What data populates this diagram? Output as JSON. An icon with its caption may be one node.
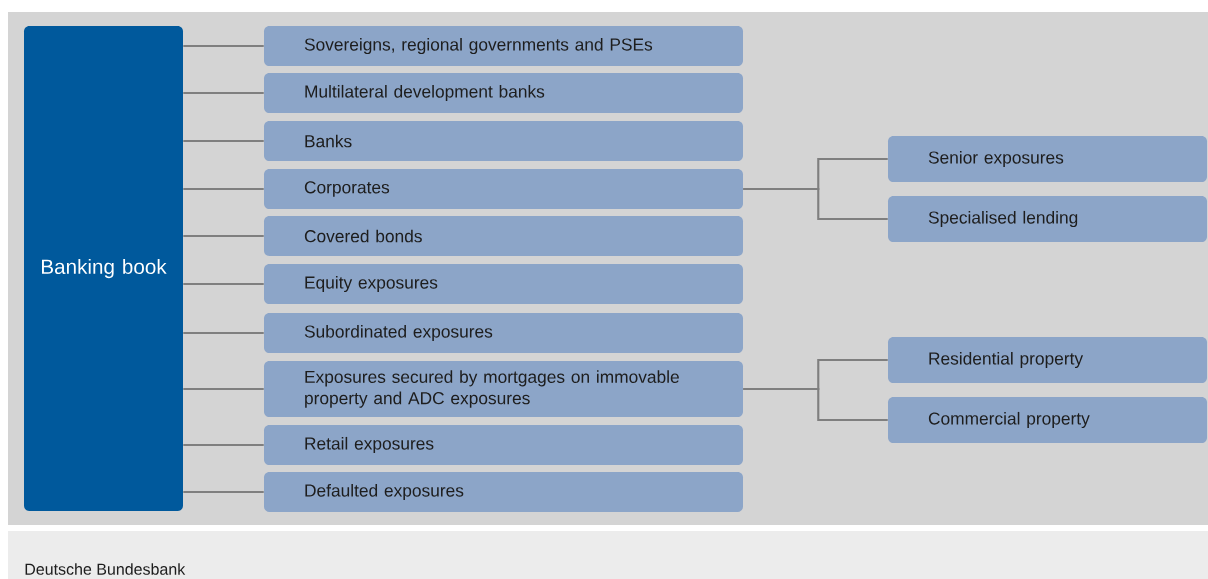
{
  "diagram": {
    "nodes": [
      {
        "text": [
          "Banking book"
        ]
      },
      {
        "text": [
          "Sovereigns, regional governments and PSEs"
        ]
      },
      {
        "text": [
          "Multilateral development banks"
        ]
      },
      {
        "text": [
          "Banks"
        ]
      },
      {
        "text": [
          "Corporates"
        ]
      },
      {
        "text": [
          "Covered bonds"
        ]
      },
      {
        "text": [
          "Equity exposures"
        ]
      },
      {
        "text": [
          "Subordinated exposures"
        ]
      },
      {
        "text": [
          "Exposures secured by mortgages on immovable property and ADC exposures"
        ]
      },
      {
        "text": [
          "Retail exposures"
        ]
      },
      {
        "text": [
          "Defaulted exposures"
        ]
      },
      {
        "text": [
          "Senior exposures"
        ]
      },
      {
        "text": [
          "Specialised lending"
        ]
      },
      {
        "text": [
          "Residential property"
        ]
      },
      {
        "text": [
          "Commercial property"
        ]
      }
    ],
    "edges": [
      {
        "from": 0,
        "to": 1,
        "arrow": "none"
      },
      {
        "from": 0,
        "to": 2,
        "arrow": "none"
      },
      {
        "from": 0,
        "to": 3,
        "arrow": "none"
      },
      {
        "from": 0,
        "to": 4,
        "arrow": "none"
      },
      {
        "from": 0,
        "to": 5,
        "arrow": "none"
      },
      {
        "from": 0,
        "to": 6,
        "arrow": "none"
      },
      {
        "from": 0,
        "to": 7,
        "arrow": "none"
      },
      {
        "from": 0,
        "to": 8,
        "arrow": "none"
      },
      {
        "from": 0,
        "to": 9,
        "arrow": "none"
      },
      {
        "from": 0,
        "to": 10,
        "arrow": "none"
      },
      {
        "from": 4,
        "to": 11,
        "arrow": "none"
      },
      {
        "from": 4,
        "to": 12,
        "arrow": "none"
      },
      {
        "from": 8,
        "to": 13,
        "arrow": "none"
      },
      {
        "from": 8,
        "to": 14,
        "arrow": "none"
      }
    ],
    "labels": [
      "Deutsche Bundesbank"
    ]
  }
}
